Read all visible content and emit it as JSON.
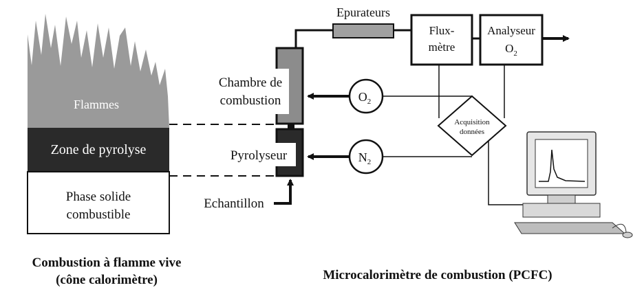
{
  "left": {
    "flames_label": "Flammes",
    "pyrolysis_zone_label": "Zone de pyrolyse",
    "solid_phase_line1": "Phase solide",
    "solid_phase_line2": "combustible",
    "caption_line1": "Combustion à flamme vive",
    "caption_line2": "(cône calorimètre)"
  },
  "right": {
    "scrubbers_label": "Epurateurs",
    "flowmeter_line1": "Flux-",
    "flowmeter_line2": "mètre",
    "analyzer_line1": "Analyseur",
    "analyzer_line2_base": "O",
    "analyzer_line2_sub": "2",
    "combustion_chamber_line1": "Chambre de",
    "combustion_chamber_line2": "combustion",
    "pyrolyzer_label": "Pyrolyseur",
    "sample_label": "Echantillon",
    "o2_base": "O",
    "o2_sub": "2",
    "n2_base": "N",
    "n2_sub": "2",
    "acquisition_line1": "Acquisition",
    "acquisition_line2": "données",
    "caption": "Microcalorimètre de combustion (PCFC)"
  },
  "colors": {
    "flame_gray": "#9a9a9a",
    "pyrolysis_zone": "#2a2a2a",
    "chamber_gray": "#8c8c8c",
    "scrubber_gray": "#a0a0a0",
    "line": "#111111"
  }
}
